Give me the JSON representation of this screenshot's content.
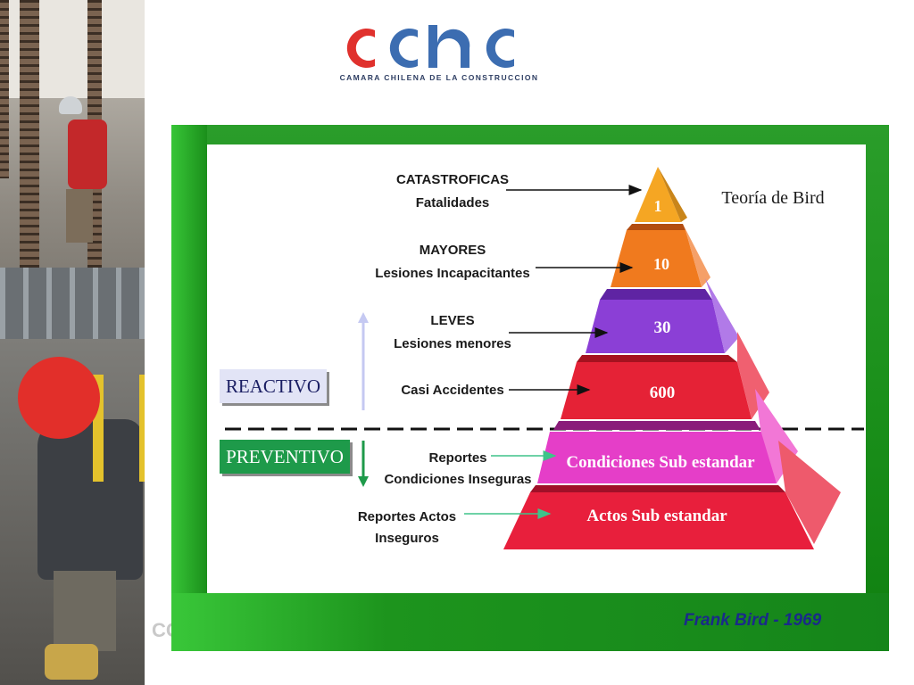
{
  "logo": {
    "letters": "cchc",
    "caption": "CAMARA CHILENA DE LA CONSTRUCCION",
    "colors": {
      "red": "#e0312d",
      "blue": "#3c6db1"
    }
  },
  "stray_text": "CO",
  "diagram": {
    "title": "Teoría de Bird",
    "caption": "Frank Bird - 1969",
    "tiers": [
      {
        "value": "1",
        "label_lines": [
          "CATASTROFICAS",
          "Fatalidades"
        ],
        "color": "#f5a623"
      },
      {
        "value": "10",
        "label_lines": [
          "MAYORES",
          "Lesiones Incapacitantes"
        ],
        "color": "#f07a1e"
      },
      {
        "value": "30",
        "label_lines": [
          "LEVES",
          "Lesiones menores"
        ],
        "color": "#8b3fd6"
      },
      {
        "value": "600",
        "label_lines": [
          "Casi Accidentes"
        ],
        "color": "#e52236"
      },
      {
        "value": "Condiciones  Sub estandar",
        "label_lines": [
          "Reportes",
          "Condiciones  Inseguras"
        ],
        "color": "#e53ec8"
      },
      {
        "value": "Actos Sub estandar",
        "label_lines": [
          "Reportes Actos",
          "Inseguros"
        ],
        "color": "#e81f3c"
      }
    ],
    "reactive_label": "REACTIVO",
    "preventive_label": "PREVENTIVO"
  }
}
